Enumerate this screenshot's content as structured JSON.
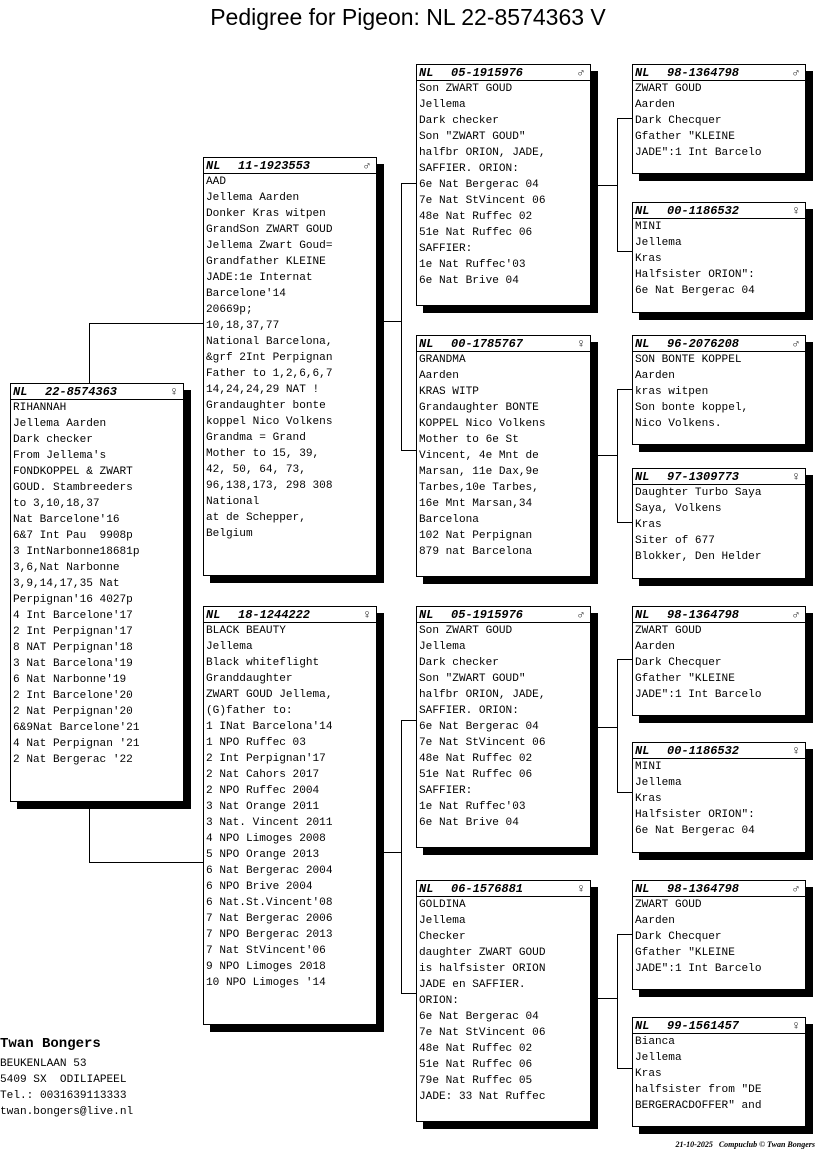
{
  "title": "Pedigree for Pigeon: NL  22-8574363 V",
  "symbols": {
    "male": "♂",
    "female": "♀"
  },
  "birds": [
    {
      "country": "NL",
      "ring": "22-8574363",
      "sex": "female",
      "lines": [
        "RIHANNAH",
        "Jellema Aarden",
        "Dark checker",
        "From Jellema's",
        "FONDKOPPEL & ZWART",
        "GOUD. Stambreeders",
        "to 3,10,18,37",
        "Nat Barcelone'16",
        "6&7 Int Pau  9908p",
        "3 IntNarbonne18681p",
        "3,6,Nat Narbonne",
        "3,9,14,17,35 Nat",
        "Perpignan'16 4027p",
        "4 Int Barcelone'17",
        "2 Int Perpignan'17",
        "8 NAT Perpignan'18",
        "3 Nat Barcelona'19",
        "6 Nat Narbonne'19",
        "2 Int Barcelone'20",
        "2 Nat Perpignan'20",
        "6&9Nat Barcelone'21",
        "4 Nat Perpignan '21",
        "2 Nat Bergerac '22"
      ]
    },
    {
      "country": "NL",
      "ring": "11-1923553",
      "sex": "male",
      "lines": [
        "AAD",
        "Jellema Aarden",
        "Donker Kras witpen",
        "GrandSon ZWART GOUD",
        "Jellema Zwart Goud=",
        "Grandfather KLEINE",
        "JADE:1e Internat",
        "Barcelone'14",
        "20669p;",
        "10,18,37,77",
        "National Barcelona,",
        "&grf 2Int Perpignan",
        "Father to 1,2,6,6,7",
        "14,24,24,29 NAT !",
        "Grandaughter bonte",
        "koppel Nico Volkens",
        "Grandma = Grand",
        "Mother to 15, 39,",
        "42, 50, 64, 73,",
        "96,138,173, 298 308",
        "National",
        "at de Schepper,",
        "Belgium"
      ]
    },
    {
      "country": "NL",
      "ring": "18-1244222",
      "sex": "female",
      "lines": [
        "BLACK BEAUTY",
        "Jellema",
        "Black whiteflight",
        "Granddaughter",
        "ZWART GOUD Jellema,",
        "(G)father to:",
        "1 INat Barcelona'14",
        "1 NPO Ruffec 03",
        "2 Int Perpignan'17",
        "2 Nat Cahors 2017",
        "2 NPO Ruffec 2004",
        "3 Nat Orange 2011",
        "3 Nat. Vincent 2011",
        "4 NPO Limoges 2008",
        "5 NPO Orange 2013",
        "6 Nat Bergerac 2004",
        "6 NPO Brive 2004",
        "6 Nat.St.Vincent'08",
        "7 Nat Bergerac 2006",
        "7 NPO Bergerac 2013",
        "7 Nat StVincent'06",
        "9 NPO Limoges 2018",
        "10 NPO Limoges '14"
      ]
    },
    {
      "country": "NL",
      "ring": "05-1915976",
      "sex": "male",
      "lines": [
        "Son ZWART GOUD",
        "Jellema",
        "Dark checker",
        "Son \"ZWART GOUD\"",
        "halfbr ORION, JADE,",
        "SAFFIER. ORION:",
        "6e Nat Bergerac 04",
        "7e Nat StVincent 06",
        "48e Nat Ruffec 02",
        "51e Nat Ruffec 06",
        "SAFFIER:",
        "1e Nat Ruffec'03",
        "6e Nat Brive 04"
      ]
    },
    {
      "country": "NL",
      "ring": "00-1785767",
      "sex": "female",
      "lines": [
        "GRANDMA",
        "Aarden",
        "KRAS WITP",
        "Grandaughter BONTE",
        "KOPPEL Nico Volkens",
        "Mother to 6e St",
        "Vincent, 4e Mnt de",
        "Marsan, 11e Dax,9e",
        "Tarbes,10e Tarbes,",
        "16e Mnt Marsan,34",
        "Barcelona",
        "102 Nat Perpignan",
        "879 nat Barcelona"
      ]
    },
    {
      "country": "NL",
      "ring": "05-1915976",
      "sex": "male",
      "lines": [
        "Son ZWART GOUD",
        "Jellema",
        "Dark checker",
        "Son \"ZWART GOUD\"",
        "halfbr ORION, JADE,",
        "SAFFIER. ORION:",
        "6e Nat Bergerac 04",
        "7e Nat StVincent 06",
        "48e Nat Ruffec 02",
        "51e Nat Ruffec 06",
        "SAFFIER:",
        "1e Nat Ruffec'03",
        "6e Nat Brive 04"
      ]
    },
    {
      "country": "NL",
      "ring": "06-1576881",
      "sex": "female",
      "lines": [
        "GOLDINA",
        "Jellema",
        "Checker",
        "daughter ZWART GOUD",
        "is halfsister ORION",
        "JADE en SAFFIER.",
        "ORION:",
        "6e Nat Bergerac 04",
        "7e Nat StVincent 06",
        "48e Nat Ruffec 02",
        "51e Nat Ruffec 06",
        "79e Nat Ruffec 05",
        "JADE: 33 Nat Ruffec"
      ]
    },
    {
      "country": "NL",
      "ring": "98-1364798",
      "sex": "male",
      "lines": [
        "ZWART GOUD",
        "Aarden",
        "Dark Checquer",
        "Gfather \"KLEINE",
        "JADE\":1 Int Barcelo"
      ]
    },
    {
      "country": "NL",
      "ring": "00-1186532",
      "sex": "female",
      "lines": [
        "MINI",
        "Jellema",
        "Kras",
        "Halfsister ORION\":",
        "6e Nat Bergerac 04"
      ]
    },
    {
      "country": "NL",
      "ring": "96-2076208",
      "sex": "male",
      "lines": [
        "SON BONTE KOPPEL",
        "Aarden",
        "kras witpen",
        "Son bonte koppel,",
        "Nico Volkens."
      ]
    },
    {
      "country": "NL",
      "ring": "97-1309773",
      "sex": "female",
      "lines": [
        "Daughter Turbo Saya",
        "Saya, Volkens",
        "Kras",
        "Siter of 677",
        "Blokker, Den Helder"
      ]
    },
    {
      "country": "NL",
      "ring": "98-1364798",
      "sex": "male",
      "lines": [
        "ZWART GOUD",
        "Aarden",
        "Dark Checquer",
        "Gfather \"KLEINE",
        "JADE\":1 Int Barcelo"
      ]
    },
    {
      "country": "NL",
      "ring": "00-1186532",
      "sex": "female",
      "lines": [
        "MINI",
        "Jellema",
        "Kras",
        "Halfsister ORION\":",
        "6e Nat Bergerac 04"
      ]
    },
    {
      "country": "NL",
      "ring": "98-1364798",
      "sex": "male",
      "lines": [
        "ZWART GOUD",
        "Aarden",
        "Dark Checquer",
        "Gfather \"KLEINE",
        "JADE\":1 Int Barcelo"
      ]
    },
    {
      "country": "NL",
      "ring": "99-1561457",
      "sex": "female",
      "lines": [
        "Bianca",
        "Jellema",
        "Kras",
        "halfsister from \"DE",
        "BERGERACDOFFER\" and"
      ]
    }
  ],
  "owner": {
    "name": "Twan Bongers",
    "address": "BEUKENLAAN 53",
    "city": "5409 SX  ODILIAPEEL",
    "tel": "Tel.: 0031639113333",
    "email": "twan.bongers@live.nl"
  },
  "footer": "21-10-2025   Compuclub © Twan Bongers"
}
